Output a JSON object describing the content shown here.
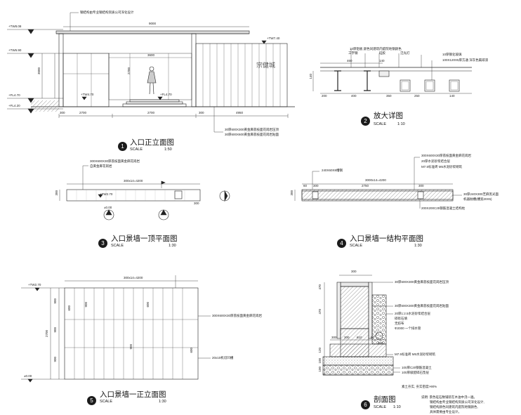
{
  "drawings": [
    {
      "number": "1",
      "title": "入口正立面图",
      "scale_label": "SCALE",
      "scale": "1:50"
    },
    {
      "number": "2",
      "title": "放大详图",
      "scale_label": "SCALE",
      "scale": "1:10"
    },
    {
      "number": "3",
      "title": "入口景墙一顶平面图",
      "scale_label": "SCALE",
      "scale": "1:30"
    },
    {
      "number": "4",
      "title": "入口景墙一结构平面图",
      "scale_label": "SCALE",
      "scale": "1:30"
    },
    {
      "number": "5",
      "title": "入口景墙一正立面图",
      "scale_label": "SCALE",
      "scale": "1:30"
    },
    {
      "number": "6",
      "title": "剖面图",
      "scale_label": "SCALE",
      "scale": "1:10"
    }
  ],
  "elev1": {
    "note_top": "钢结构由专业钢结构资质公司深化设计",
    "levels": [
      "+TW8.08",
      "+TW6.90",
      "+FL4.70",
      "+FL4.20",
      "+TW7.40",
      "+TW4.70",
      "+FL4.70"
    ],
    "dims": [
      "9000",
      "3600",
      "2700",
      "2700",
      "3000",
      "2700",
      "4950",
      "300",
      "300"
    ],
    "callouts": [
      "30厚600X300黄金麻荔枝面花岗岩压顶",
      "30厚600X600黄金麻荔枝面花岗岩贴面"
    ],
    "logo": "宗健城"
  },
  "detail2": {
    "labels": [
      "10厚铝板 颜色同建筑内庭院地钢颜色",
      "工字钢",
      "硅胶",
      "泛光灯",
      "10厚钢化玻璃",
      "100X120X5厚方通 深灰色氟碳漆"
    ],
    "dims": [
      "460",
      "140",
      "200",
      "400",
      "350",
      "250",
      "140",
      "140"
    ]
  },
  "plan3": {
    "callouts": [
      "300X600X30厚荔枝面黄金麻花岗岩",
      "自黄金麻花岗岩"
    ],
    "dim": "300x14=4200",
    "level": "+TW2.70",
    "zero": "±0.00",
    "sides": [
      "300",
      "300"
    ]
  },
  "plan4": {
    "callouts": [
      "300X600X30厚荔枝面黄金麻花岗岩",
      "20厚水泥砂浆结合层",
      "M7.5标准砖 M5水泥砂浆砌筑",
      "240X60X8槽钢",
      "30厚240X300芝麻黑光面",
      "机器抛槽(槽宽20X5)",
      "200X200C25钢筋混凝土结构柱"
    ],
    "dims": [
      "3000x14=4200",
      "60",
      "300",
      "2750",
      "300",
      "300"
    ]
  },
  "elev5": {
    "level_top": "+TW2.70",
    "level_bottom": "±0.00",
    "dim_top": "300x14=4200",
    "callouts": [
      "300X600X30厚荔枝面黄金麻花岗岩",
      "20x10机切凹槽"
    ],
    "dims": [
      "900",
      "900",
      "900",
      "900",
      "2700",
      "600",
      "900",
      "600",
      "600"
    ]
  },
  "section6": {
    "width": "300",
    "callouts": [
      "30厚600X300黄金麻荔枝面花岗岩压顶",
      "30厚600X300黄金麻荔枝面花岗岩贴面",
      "20厚1:2.5水泥砂浆结合层",
      "碎砾石填",
      "无纺布",
      "Φ2000 一个排水管",
      "M7.5标准砖 M5水泥砂浆砌筑",
      "100厚C20钢筋混凝土",
      "100厚级配碎石垫层",
      "素土夯实, 夯实密度>90%"
    ],
    "dims": [
      "470",
      "470",
      "300",
      "120",
      "100",
      "100",
      "300",
      "610",
      "60",
      "300"
    ],
    "notes": [
      "说明: 景色硅石数铺装在木油中浇一遍。",
      "钢结构由专业钢结构资质公司深化设计,",
      "钢结构颜色同建筑内庭院地钢颜色,",
      "具体需要由专业设计。"
    ]
  },
  "colors": {
    "ink": "#1b1b1b",
    "hatch": "#555555"
  }
}
